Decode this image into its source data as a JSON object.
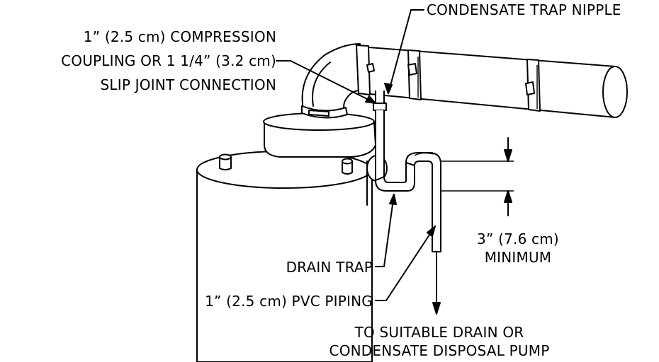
{
  "labels": {
    "condensate_trap_nipple": "CONDENSATE TRAP NIPPLE",
    "coupling_line1": "1” (2.5 cm) COMPRESSION",
    "coupling_line2": "COUPLING OR 1 1/4” (3.2 cm)",
    "coupling_line3": "SLIP JOINT CONNECTION",
    "drain_trap": "DRAIN TRAP",
    "pvc_piping": "1” (2.5 cm) PVC PIPING",
    "minimum_line1": "3” (7.6 cm)",
    "minimum_line2": "MINIMUM",
    "drain_line1": "TO SUITABLE DRAIN OR",
    "drain_line2": "CONDENSATE DISPOSAL PUMP"
  }
}
